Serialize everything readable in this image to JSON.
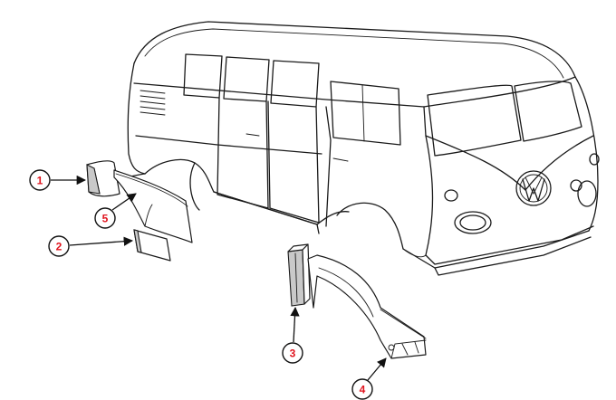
{
  "colors": {
    "callout_number": "#e0141e",
    "line_art": "#1a1a1a",
    "background": "#ffffff"
  },
  "illustration": {
    "subject_icon": "vw-bus-illustration",
    "logo_text": "VW"
  },
  "callouts": [
    {
      "id": "1",
      "label": "1"
    },
    {
      "id": "2",
      "label": "2"
    },
    {
      "id": "3",
      "label": "3"
    },
    {
      "id": "4",
      "label": "4"
    },
    {
      "id": "5",
      "label": "5"
    }
  ]
}
